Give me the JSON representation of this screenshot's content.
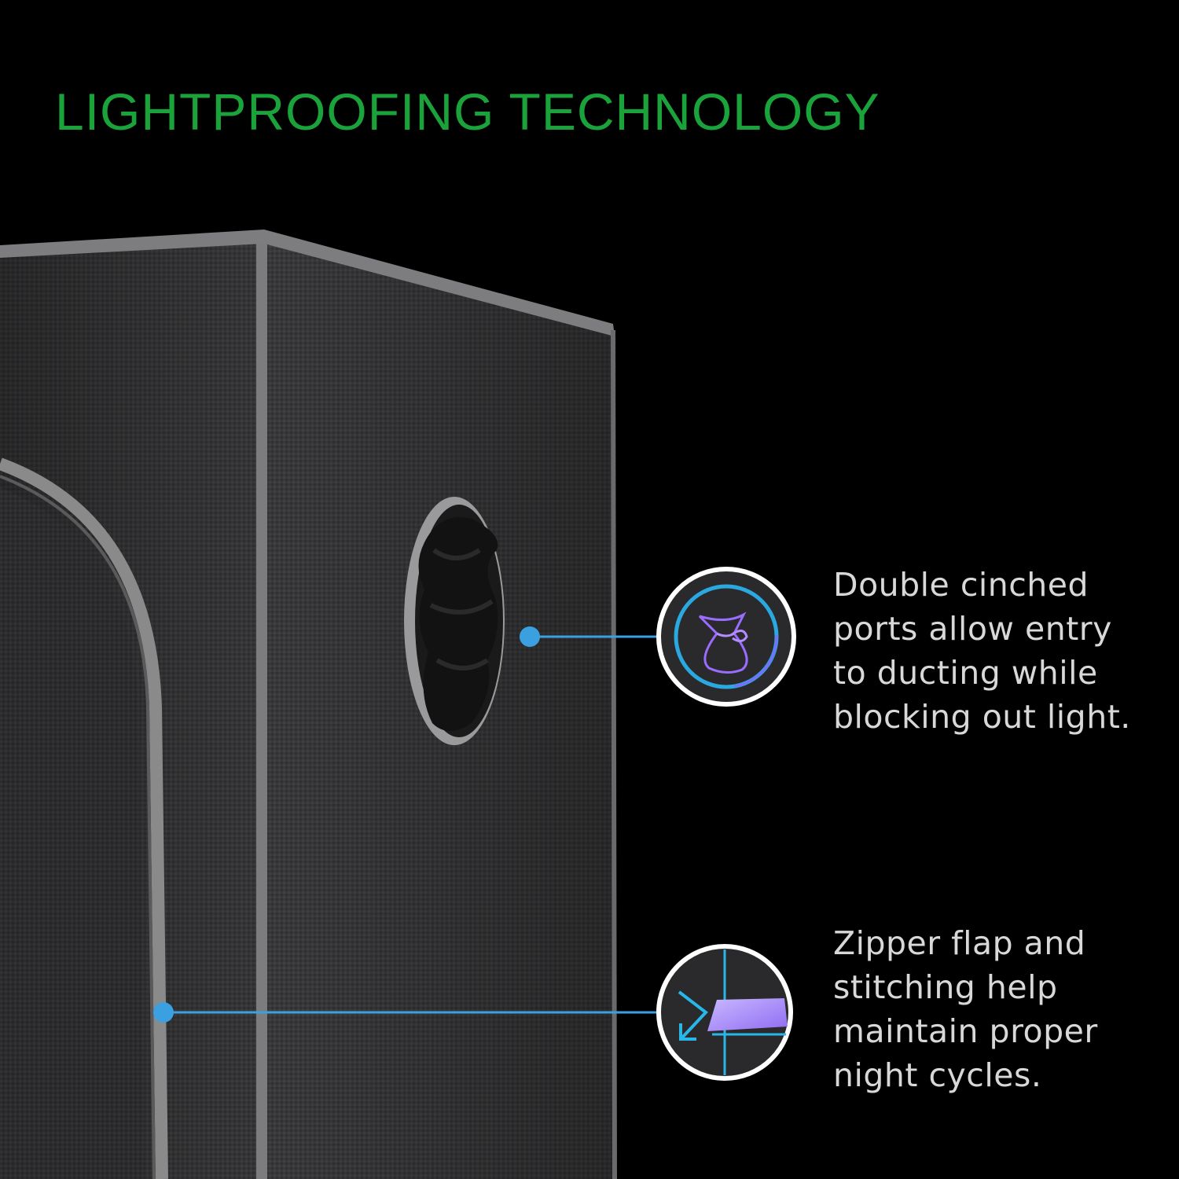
{
  "headline": {
    "text": "LIGHTPROOFING TECHNOLOGY",
    "color": "#1aa33a"
  },
  "features": [
    {
      "icon": "cinched-bag-icon",
      "lines": [
        "Double cinched",
        "ports allow entry",
        "to ducting while",
        "blocking out light."
      ]
    },
    {
      "icon": "zipper-flap-icon",
      "lines": [
        "Zipper flap and",
        "stitching help",
        "maintain proper",
        "night cycles."
      ]
    }
  ],
  "colors": {
    "background": "#000000",
    "tent_fabric": "#3a3a3c",
    "tent_trim": "#8a8a8a",
    "callout_line": "#3aa0e0",
    "icon_ring": "#ffffff",
    "icon_accent_blue": "#29b6e8",
    "icon_accent_purple": "#9a6cff"
  }
}
